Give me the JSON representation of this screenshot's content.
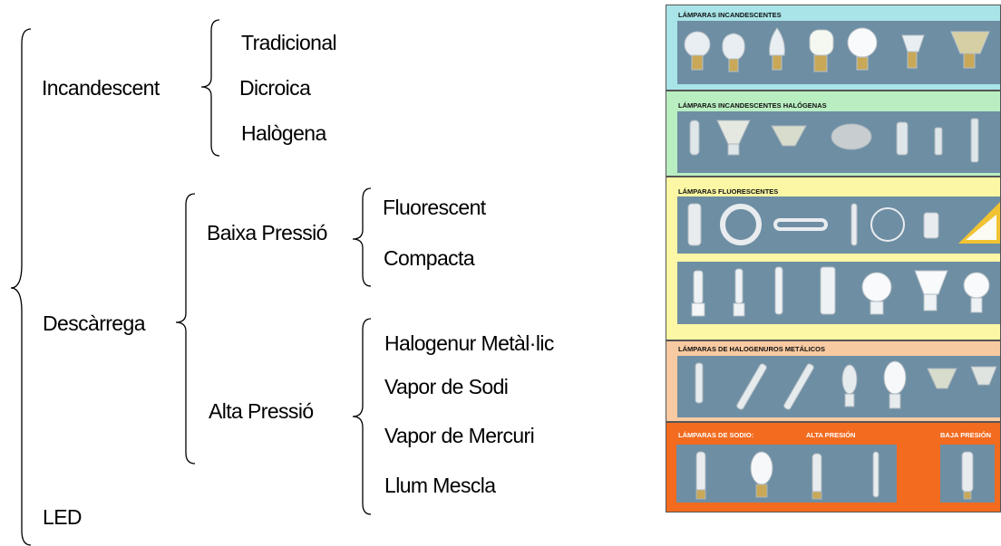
{
  "tree": {
    "incandescent": {
      "label": "Incandescent",
      "children": [
        "Tradicional",
        "Dicroica",
        "Halògena"
      ]
    },
    "descarrega": {
      "label": "Descàrrega",
      "baixa_pressio": {
        "label": "Baixa Pressió",
        "children": [
          "Fluorescent",
          "Compacta"
        ]
      },
      "alta_pressio": {
        "label": "Alta Pressió",
        "children": [
          "Halogenur Metàl·lic",
          "Vapor de Sodi",
          "Vapor de Mercuri",
          "Llum Mescla"
        ]
      }
    },
    "led": {
      "label": "LED"
    }
  },
  "catalog": {
    "sections": [
      {
        "title": "LÁMPARAS INCANDESCENTES",
        "color": "#a8e4e8"
      },
      {
        "title": "LÁMPARAS INCANDESCENTES HALÓGENAS",
        "color": "#b9eec1"
      },
      {
        "title": "LÁMPARAS FLUORESCENTES",
        "color": "#fbf7a4"
      },
      {
        "title": "LÁMPARAS DE HALOGENUROS METÁLICOS",
        "color": "#f8caa2"
      },
      {
        "title": "LÁMPARAS DE SODIO:",
        "subtitle_alta": "ALTA PRESIÓN",
        "subtitle_baja": "BAJA PRESIÓN",
        "color": "#f26b1f"
      }
    ],
    "photo_color": "#6e8ea3"
  }
}
